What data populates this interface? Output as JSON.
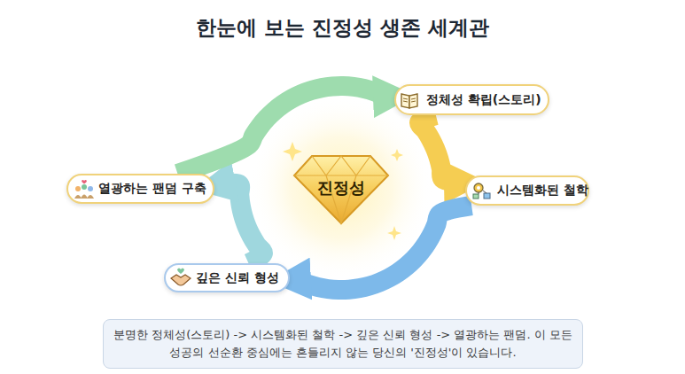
{
  "diagram": {
    "title": "한눈에 보는 진정성 생존 세계관",
    "caption": "분명한 정체성(스토리) -> 시스템화된 철학 -> 깊은 신뢰 형성 -> 열광하는 팬덤. 이 모든 성공의 선순환 중심에는 흔들리지 않는 당신의 '진정성'이 있습니다.",
    "nodes": [
      {
        "text": [
          "정체성 확립(스토리)"
        ]
      },
      {
        "text": [
          "시스템화된 철학"
        ]
      },
      {
        "text": [
          "깊은 신뢰 형성"
        ]
      },
      {
        "text": [
          "열광하는 팬덤 구축"
        ]
      },
      {
        "text": [
          "진정성"
        ]
      }
    ],
    "edges": [
      {
        "from": 0,
        "to": 1,
        "arrow": "to"
      },
      {
        "from": 1,
        "to": 2,
        "arrow": "to"
      },
      {
        "from": 2,
        "to": 3,
        "arrow": "to"
      },
      {
        "from": 3,
        "to": 0,
        "arrow": "to"
      }
    ]
  }
}
